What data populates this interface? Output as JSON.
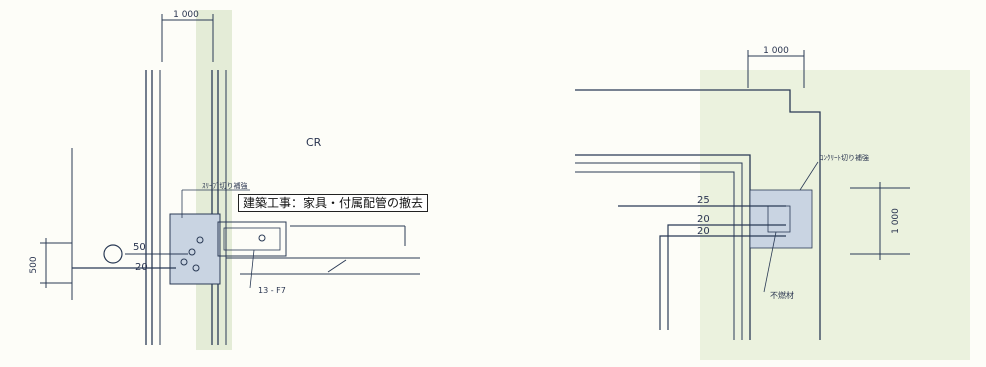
{
  "left_detail": {
    "dim_top": "1 000",
    "dim_left": "500",
    "room_label": "CR",
    "callout_label": "建築工事：家具・付属配管の撤去",
    "note_block": "ｽﾘｰﾌﾞ切り補強",
    "dim_50": "50",
    "dim_20": "20",
    "pipe_label": "13 - F7"
  },
  "right_detail": {
    "dim_top": "1 000",
    "dim_right": "1 000",
    "note_block": "ｺﾝｸﾘｰﾄ切り補強",
    "dim_25": "25",
    "dim_20a": "20",
    "dim_20b": "20",
    "note_bottom": "不燃材"
  },
  "colors": {
    "line": "#2a3a55",
    "green_tint": "#dde9cf",
    "blue_fill": "#c9d4e2"
  }
}
